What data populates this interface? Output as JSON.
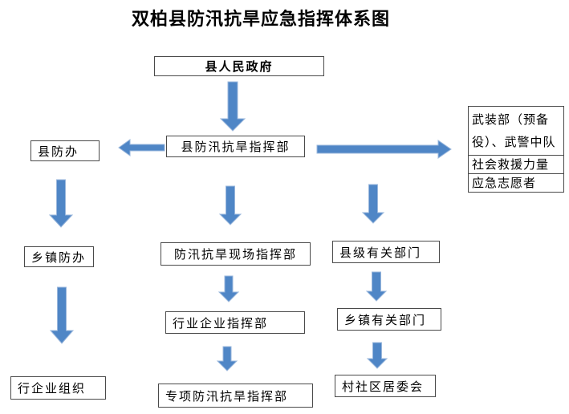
{
  "title": "双柏县防汛抗旱应急指挥体系图",
  "colors": {
    "arrow_fill": "#4f86c6",
    "arrow_stroke": "#9ab7dc",
    "box_border": "#4a4a4a",
    "text": "#000000",
    "background": "#ffffff"
  },
  "nodes": {
    "county_gov": "县人民政府",
    "county_hq": "县防汛抗旱指挥部",
    "county_office": "县防办",
    "township_office": "乡镇防办",
    "industry_org": "行企业组织",
    "onsite_hq": "防汛抗旱现场指挥部",
    "industry_hq": "行业企业指挥部",
    "special_hq": "专项防汛抗旱指挥部",
    "county_depts": "县级有关部门",
    "township_depts": "乡镇有关部门",
    "village_committee": "村社区居委会",
    "support_rows": {
      "militia": "武装部（预备\n役）、武警中队",
      "social_rescue": "社会救援力量",
      "volunteers": "应急志愿者"
    }
  }
}
